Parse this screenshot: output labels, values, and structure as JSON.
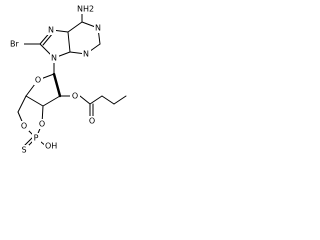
{
  "atoms": {
    "amino": "NH2",
    "bromo": "Br",
    "n_imidazole": "N",
    "n9": "N",
    "n_pyrimidine_top": "N",
    "n_pyrimidine_bottom": "N",
    "ring_oxygen": "O",
    "ester_oxygen": "O",
    "carbonyl_oxygen": "O",
    "bridge_oxygen_top": "O",
    "bridge_oxygen_bottom": "O",
    "phosphorus": "P",
    "thio": "S",
    "hydroxyl": "OH"
  }
}
